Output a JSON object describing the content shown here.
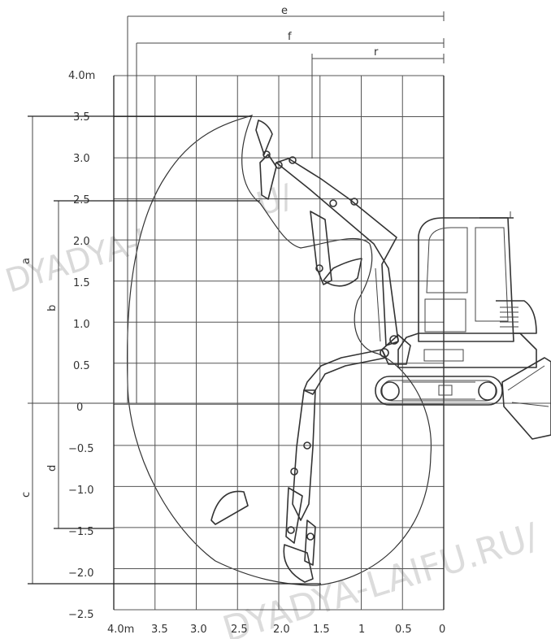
{
  "watermark": {
    "text_top": "DYADYA-LAIFU.RU/",
    "text_bottom_left": "DYADYA-LAIFU.RU/"
  },
  "dimensions": {
    "e": "e",
    "f": "f",
    "r": "r",
    "a": "a",
    "b": "b",
    "c": "c",
    "d": "d"
  },
  "axes": {
    "y_ticks": [
      "4.0m",
      "3.5",
      "3.0",
      "2.5",
      "2.0",
      "1.5",
      "1.0",
      "0.5",
      "0",
      "−0.5",
      "−1.0",
      "−1.5",
      "−2.0",
      "−2.5"
    ],
    "x_ticks": [
      "4.0m",
      "3.5",
      "3.0",
      "2.5",
      "2.0",
      "1.5",
      "1",
      "0.5",
      "0"
    ]
  }
}
